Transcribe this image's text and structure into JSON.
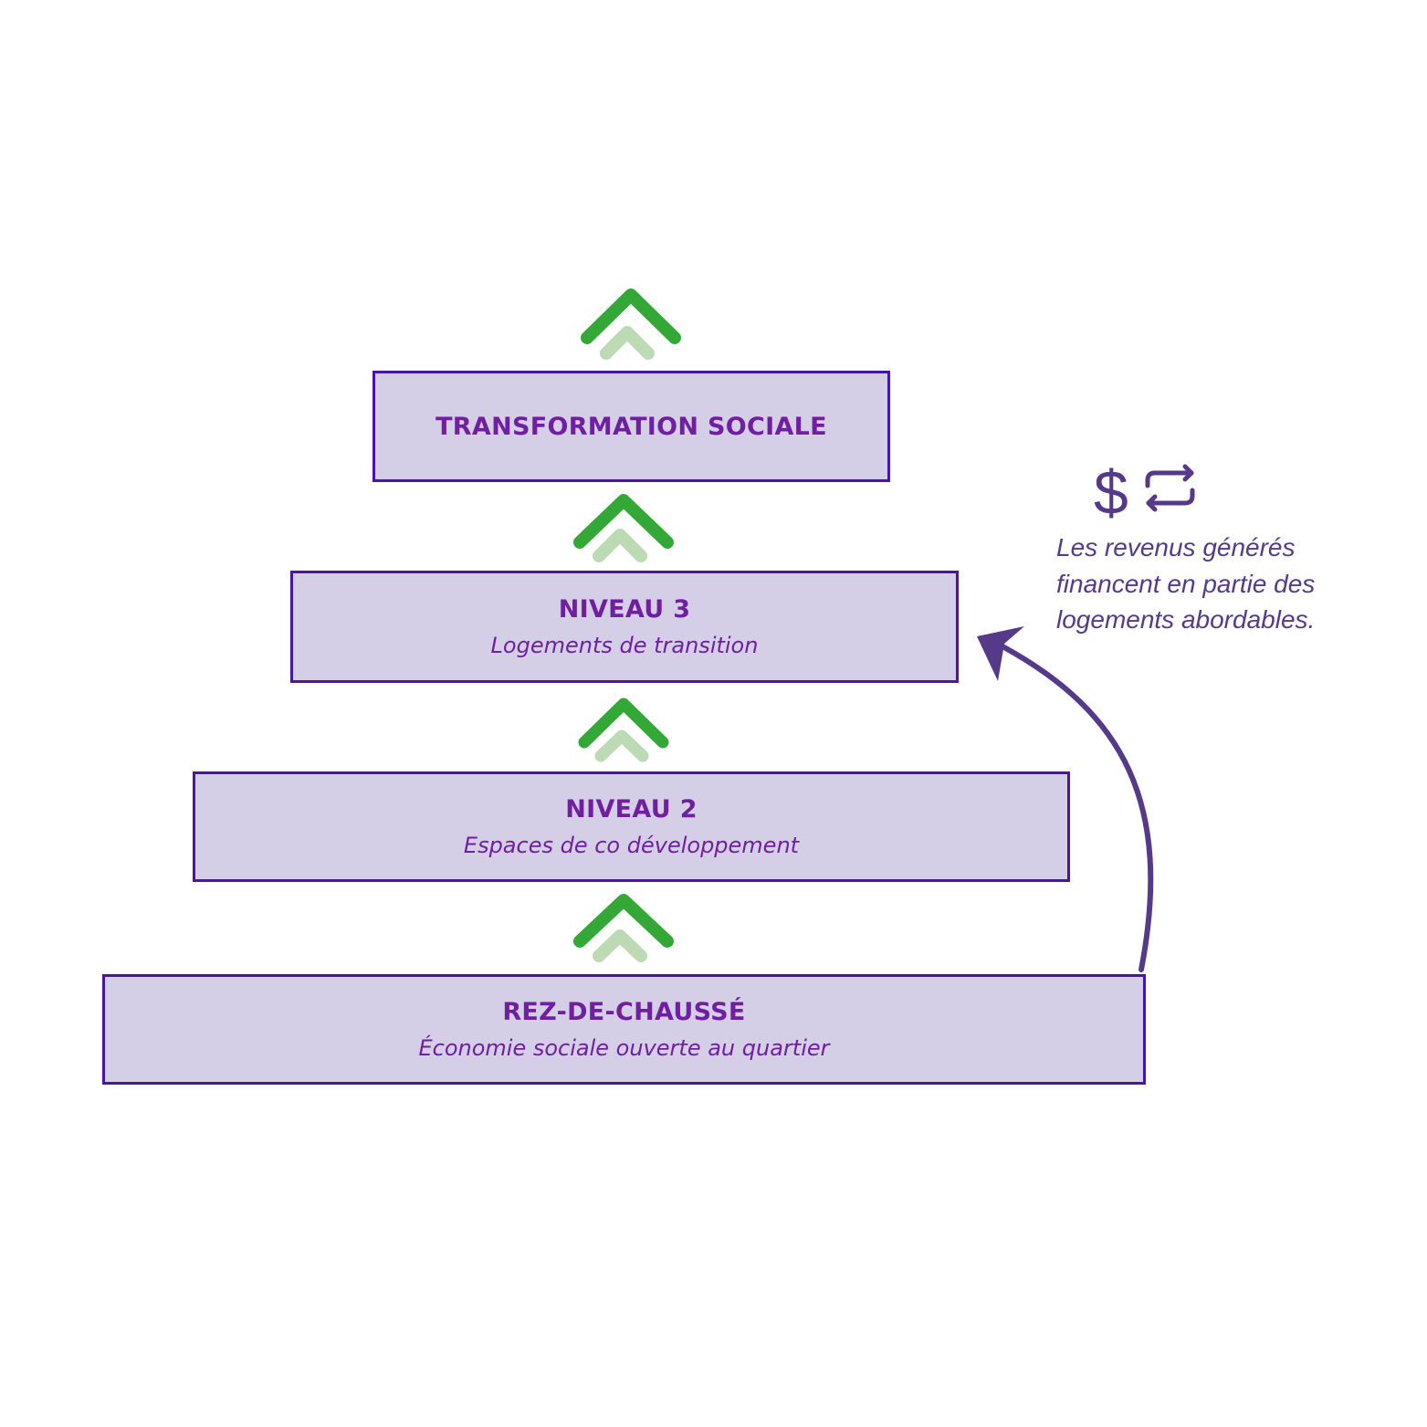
{
  "levels": [
    {
      "title": "TRANSFORMATION SOCIALE"
    },
    {
      "title": "NIVEAU 3",
      "subtitle": "Logements de transition"
    },
    {
      "title": "NIVEAU 2",
      "subtitle": "Espaces de co développement"
    },
    {
      "title": "REZ-DE-CHAUSSÉ",
      "subtitle": "Économie sociale ouverte au quartier"
    }
  ],
  "annotation": {
    "icons": [
      "dollar-icon",
      "exchange-arrows-icon"
    ],
    "dollar_symbol": "$",
    "text": "Les revenus générés financent en partie des logements abordables."
  },
  "colors": {
    "box_fill": "#d4cee6",
    "box_border": "#4a14a8",
    "text": "#6f1fa0",
    "chevron_dark": "#34a836",
    "chevron_light": "#bcdbb5",
    "arrow": "#553a8a"
  }
}
